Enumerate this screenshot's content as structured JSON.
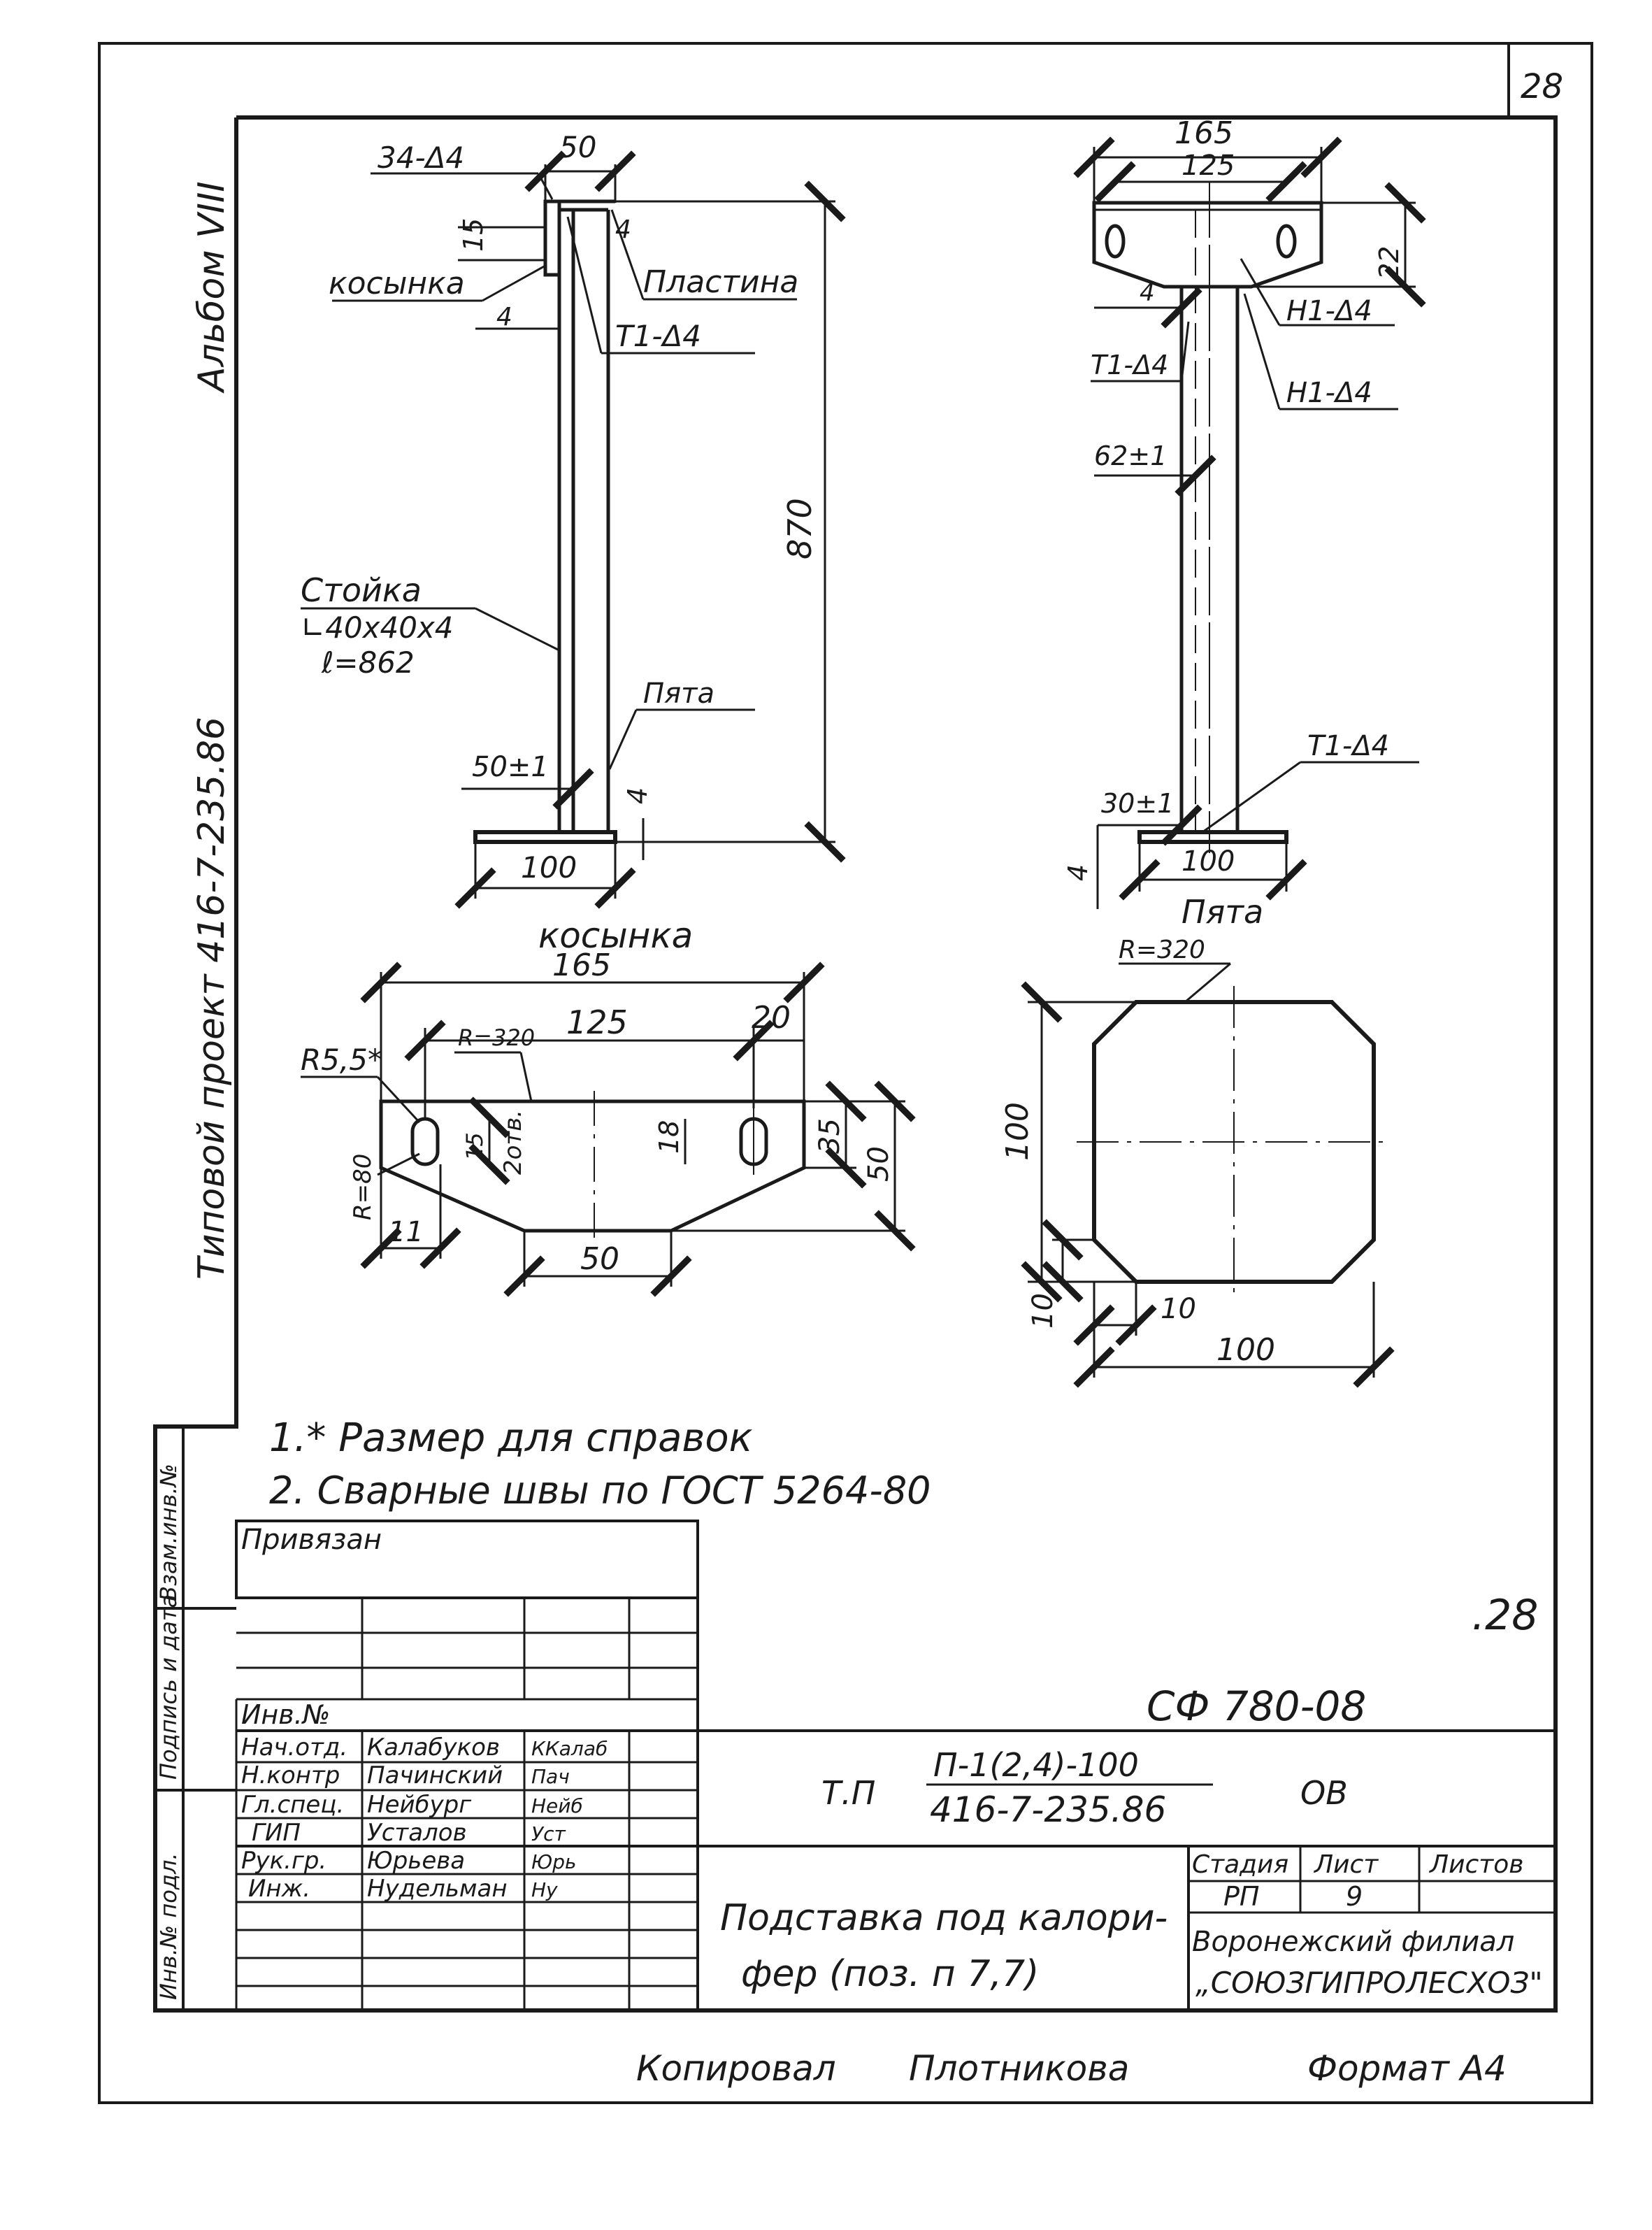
{
  "sheet": {
    "page_number": "28",
    "album": "Альбом VIII",
    "project": "Типовой проект 416-7-235.86",
    "copied_by": "Копировал",
    "copier_name": "Плотникова",
    "format": "Формат А4"
  },
  "side_stamp": {
    "inv_orig": "Инв.№ подл.",
    "sign_date": "Подпись и дата",
    "replace_inv": "Взам.инв.№"
  },
  "view_side": {
    "dim_top_weld": "34-Δ4",
    "dim_width": "50",
    "dim_15": "15",
    "dim_4a": "4",
    "dim_4b": "4",
    "label_kosynka": "косынка",
    "label_plastina": "Пластина",
    "label_weld": "Т1-Δ4",
    "dim_height": "870",
    "label_stoyka": "Стойка",
    "stoyka_profile": "∟40х40х4",
    "stoyka_length": "ℓ=862",
    "label_pyata": "Пята",
    "dim_offset": "50±1",
    "dim_4c": "4",
    "dim_base": "100"
  },
  "view_front": {
    "dim_total": "165",
    "dim_holes": "125",
    "dim_22": "22",
    "dim_4": "4",
    "weld_1": "Н1-Δ4",
    "weld_2": "Н1-Δ4",
    "weld_3": "Т1-Δ4",
    "dim_62": "62±1",
    "weld_bottom": "Т1-Δ4",
    "dim_offset": "30±1",
    "dim_4b": "4",
    "dim_base": "100"
  },
  "detail_kosynka": {
    "title": "косынка",
    "dim_total": "165",
    "dim_holes": "125",
    "dim_20": "20",
    "radius_a": "R5,5*",
    "radius_b": "R=320",
    "holes": "2отв.",
    "dim_15": "15",
    "dim_18": "18",
    "dim_35": "35",
    "dim_50": "50",
    "radius_c": "R=80",
    "dim_11": "11",
    "dim_bottom": "50"
  },
  "detail_pyata": {
    "title": "Пята",
    "radius": "R=320",
    "dim_height": "100",
    "dim_chamfer_v": "10",
    "dim_chamfer_h": "10",
    "dim_width": "100"
  },
  "notes": [
    "1.* Размер для справок",
    "2. Сварные швы по ГОСТ 5264-80"
  ],
  "title_block": {
    "privyazan": "Привязан",
    "inv_no": "Инв.№",
    "sheet_code": ".28",
    "doc_code": "СФ 780-08",
    "tp_prefix": "Т.П",
    "tp_numerator": "П-1(2,4)-100",
    "tp_denominator": "416-7-235.86",
    "tp_suffix": "ОВ",
    "roles": [
      {
        "role": "Нач.отд.",
        "name": "Калабуков",
        "sign": "ККалаб"
      },
      {
        "role": "Н.контр",
        "name": "Пачинский",
        "sign": "Пач"
      },
      {
        "role": "Гл.спец.",
        "name": "Нейбург",
        "sign": "Нейб"
      },
      {
        "role": "ГИП",
        "name": "Усталов",
        "sign": "Уст"
      },
      {
        "role": "Рук.гр.",
        "name": "Юрьева",
        "sign": "Юрь"
      },
      {
        "role": "Инж.",
        "name": "Нудельман",
        "sign": "Ну"
      }
    ],
    "title_line1": "Подставка под калори-",
    "title_line2": "фер (поз. п 7,7)",
    "stage_header": "Стадия",
    "sheet_header": "Лист",
    "sheets_header": "Листов",
    "stage": "РП",
    "sheet": "9",
    "sheets": "",
    "org_line1": "Воронежский филиал",
    "org_line2": "„СОЮЗГИПРОЛЕСХОЗ\""
  }
}
